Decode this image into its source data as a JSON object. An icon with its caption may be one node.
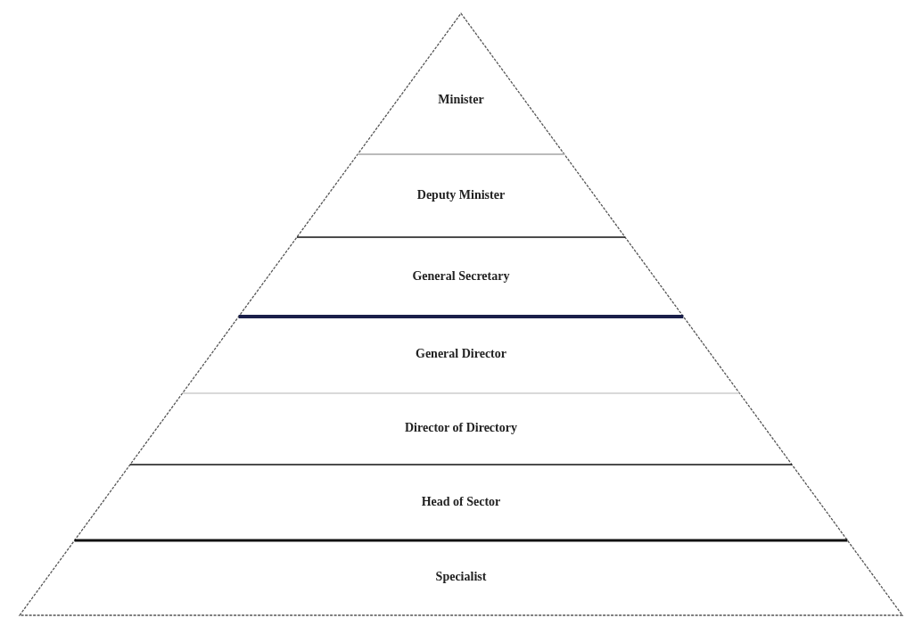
{
  "diagram": {
    "nodes": [
      {
        "text": [
          "Minister"
        ]
      },
      {
        "text": [
          "Deputy Minister"
        ]
      },
      {
        "text": [
          "General Secretary"
        ]
      },
      {
        "text": [
          "General Director"
        ]
      },
      {
        "text": [
          "Director of Directory"
        ]
      },
      {
        "text": [
          "Head of Sector"
        ]
      },
      {
        "text": [
          "Specialist"
        ]
      }
    ]
  }
}
